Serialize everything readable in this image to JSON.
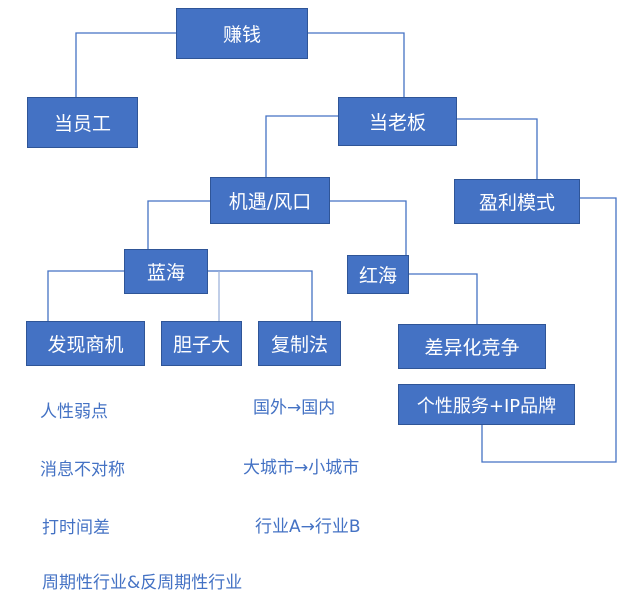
{
  "nodes": {
    "make_money": "赚钱",
    "employee": "当员工",
    "boss": "当老板",
    "opportunity": "机遇/风口",
    "profit_model": "盈利模式",
    "blue_ocean": "蓝海",
    "red_ocean": "红海",
    "find_business": "发现商机",
    "bold": "胆子大",
    "replicate": "复制法",
    "differentiation": "差异化竞争",
    "personal_brand": "个性服务+IP品牌"
  },
  "notes": {
    "human_weakness": "人性弱点",
    "info_asymmetry": "消息不对称",
    "time_gap": "打时间差",
    "cyclical": "周期性行业&反周期性行业",
    "abroad_domestic": "国外→国内",
    "big_small_city": "大城市→小城市",
    "industry_ab": "行业A→行业B"
  },
  "colors": {
    "box": "#4472C4",
    "box_border": "#2F5597",
    "line": "#4472C4",
    "note_text": "#4472C4"
  }
}
